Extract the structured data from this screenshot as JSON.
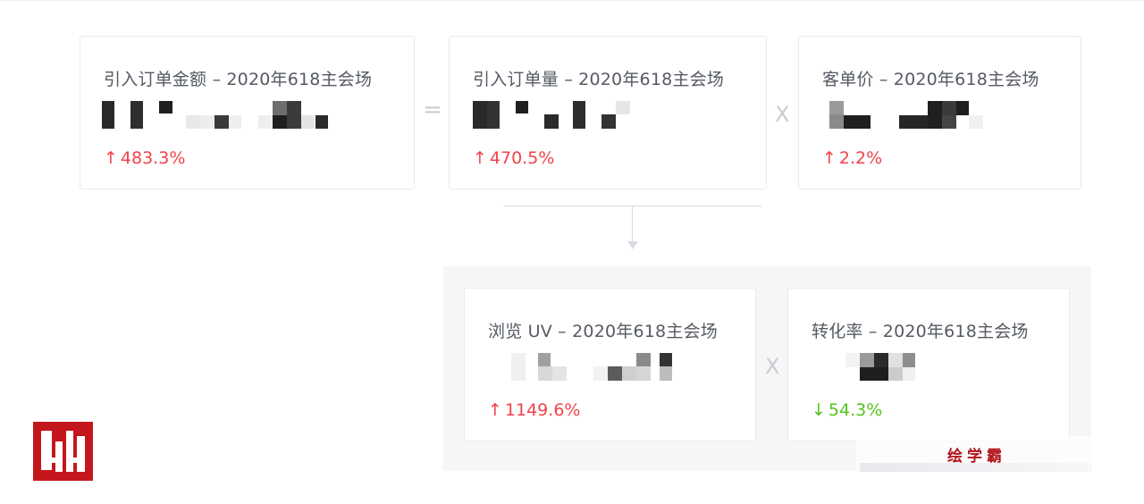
{
  "cards": {
    "gmv": {
      "title": "引入订单金额 – 2020年618主会场",
      "delta": "483.3%",
      "direction": "up",
      "arrow": "↑"
    },
    "orders": {
      "title": "引入订单量 – 2020年618主会场",
      "delta": "470.5%",
      "direction": "up",
      "arrow": "↑"
    },
    "aov": {
      "title": "客单价 – 2020年618主会场",
      "delta": "2.2%",
      "direction": "up",
      "arrow": "↑"
    },
    "uv": {
      "title": "浏览 UV – 2020年618主会场",
      "delta": "1149.6%",
      "direction": "up",
      "arrow": "↑"
    },
    "conversion": {
      "title": "转化率 – 2020年618主会场",
      "delta": "54.3%",
      "direction": "down",
      "arrow": "↓"
    }
  },
  "operators": {
    "equals": "=",
    "times_1": "X",
    "times_2": "X"
  },
  "watermark": {
    "text": "绘学霸"
  },
  "icons": {
    "logo": "wh-brand-logo-icon",
    "arrow_down": "connector-arrow-icon"
  },
  "colors": {
    "up": "#f0434a",
    "down": "#52c41a",
    "logo": "#c4171d",
    "panel": "#f6f6f7"
  }
}
